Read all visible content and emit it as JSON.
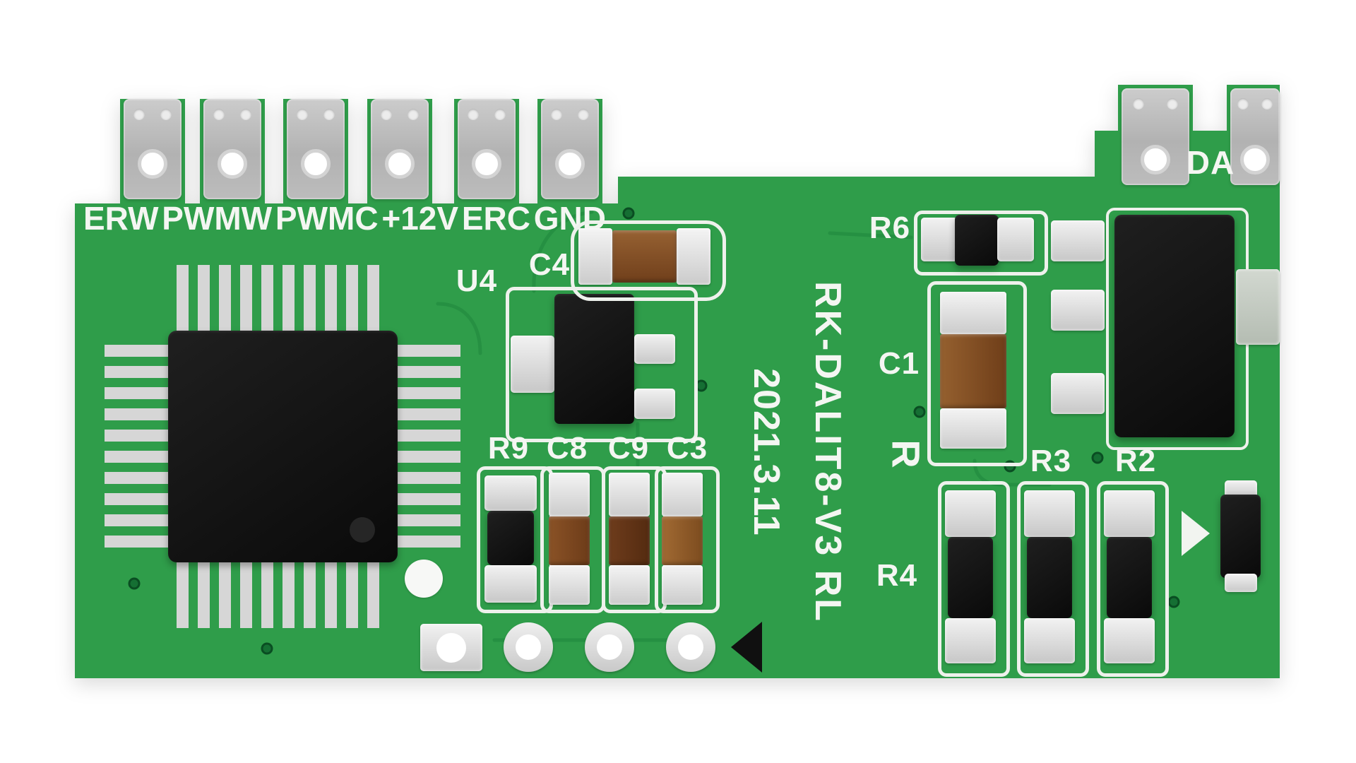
{
  "description": "Photo of a green DALI LED controller PCB module on a white background",
  "colors": {
    "pcb_green": "#2f9d4a",
    "silkscreen_white": "#f4f6f2",
    "pad_silver": "#d9d9d9",
    "terminal_gray": "#b9b9b9",
    "component_black": "#141414",
    "capacitor_brown": "#8a5226",
    "background": "#ffffff"
  },
  "connector_labels": [
    "ERW",
    "PWMW",
    "PWMC",
    "+12V",
    "ERC",
    "GND"
  ],
  "silkscreen": {
    "da": "DA",
    "u4": "U4",
    "c4": "C4",
    "r9": "R9",
    "c8": "C8",
    "c9": "C9",
    "c3": "C3",
    "r6": "R6",
    "c1": "C1",
    "r_single": "R",
    "r3": "R3",
    "r2": "R2",
    "r4": "R4",
    "model": "RK-DALIT8-V3 RL",
    "date": "2021.3.11"
  }
}
